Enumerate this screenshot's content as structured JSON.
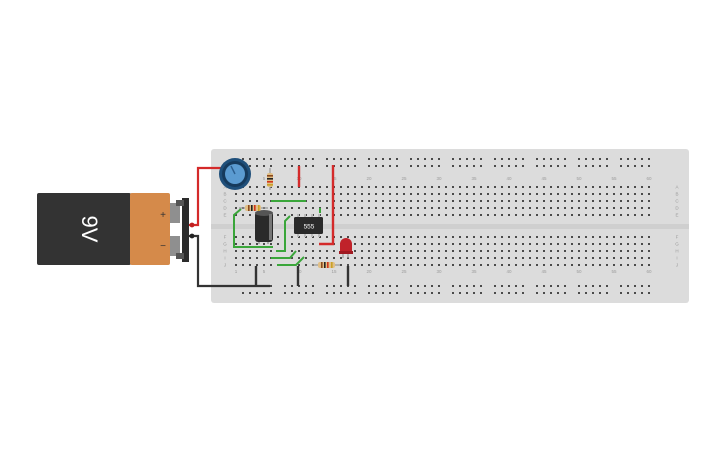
{
  "battery": {
    "label": "9V",
    "plus_symbol": "+",
    "minus_symbol": "−",
    "colors": {
      "body": "#333333",
      "cap": "#d58a4a",
      "terminal": "#8f8f8f"
    }
  },
  "breadboard": {
    "column_numbers": [
      "1",
      "5",
      "10",
      "15",
      "20",
      "25",
      "30",
      "35",
      "40",
      "45",
      "50",
      "55",
      "60"
    ],
    "row_letters_top": [
      "A",
      "B",
      "C",
      "D",
      "E"
    ],
    "row_letters_bottom": [
      "F",
      "G",
      "H",
      "I",
      "J"
    ],
    "colors": {
      "board": "#dcdcdc",
      "hole": "#4a4a4a",
      "label": "#9a9a9a"
    }
  },
  "components": {
    "ic_label": "555",
    "led_color": "#c0222a",
    "wire_colors": {
      "power": "#d42a2a",
      "ground": "#333333",
      "signal": "#3aa63a"
    },
    "potentiometer_color": "#1f4f7a"
  }
}
